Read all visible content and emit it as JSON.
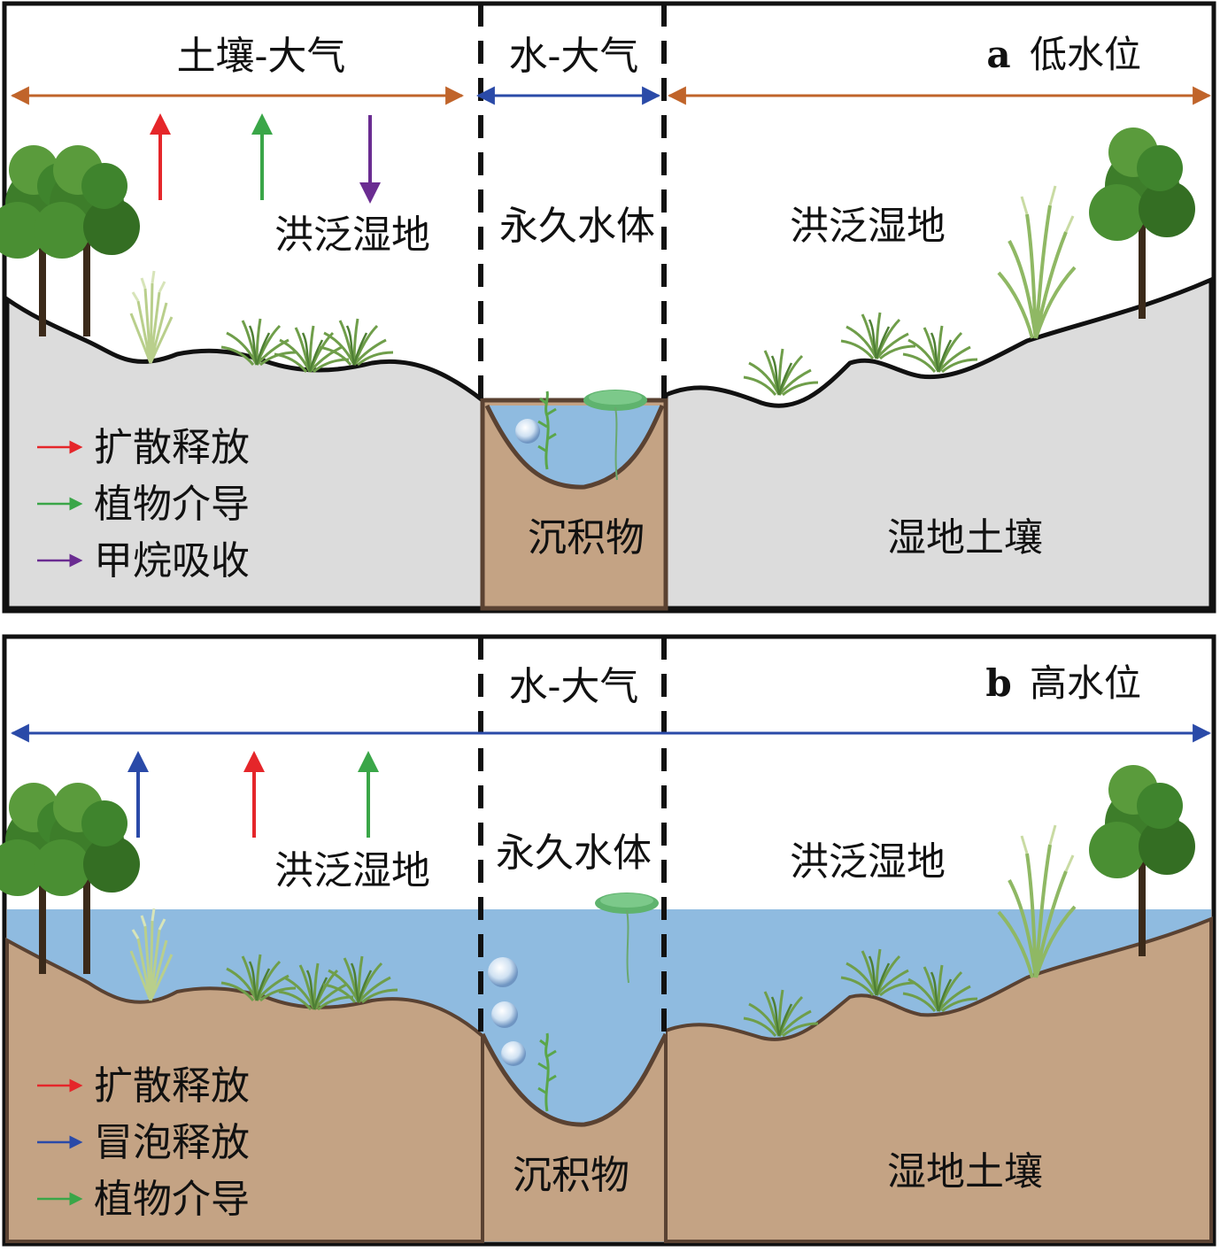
{
  "panel_a": {
    "letter": "a",
    "title": "低水位",
    "zone_left": "土壤-大气",
    "zone_center": "水-大气",
    "left_area": "洪泛湿地",
    "center_area": "永久水体",
    "right_area": "洪泛湿地",
    "sediment": "沉积物",
    "soil": "湿地土壤",
    "legend": [
      {
        "label": "扩散释放",
        "color": "#e5262a"
      },
      {
        "label": "植物介导",
        "color": "#3aa648"
      },
      {
        "label": "甲烷吸收",
        "color": "#6a2c91"
      }
    ]
  },
  "panel_b": {
    "letter": "b",
    "title": "高水位",
    "zone_center": "水-大气",
    "left_area": "洪泛湿地",
    "center_area": "永久水体",
    "right_area": "洪泛湿地",
    "sediment": "沉积物",
    "soil": "湿地土壤",
    "legend": [
      {
        "label": "扩散释放",
        "color": "#e5262a"
      },
      {
        "label": "冒泡释放",
        "color": "#2a4aa8"
      },
      {
        "label": "植物介导",
        "color": "#3aa648"
      }
    ]
  },
  "colors": {
    "soil_gray": "#dcdcdc",
    "soil_brown": "#c4a384",
    "water": "#8fbbe0",
    "orange_arrow": "#c0642a",
    "blue_arrow": "#2a4aa8",
    "tree": "#3d7d2a",
    "grass": "#6f9e4a",
    "reed": "#b9cf8c"
  }
}
